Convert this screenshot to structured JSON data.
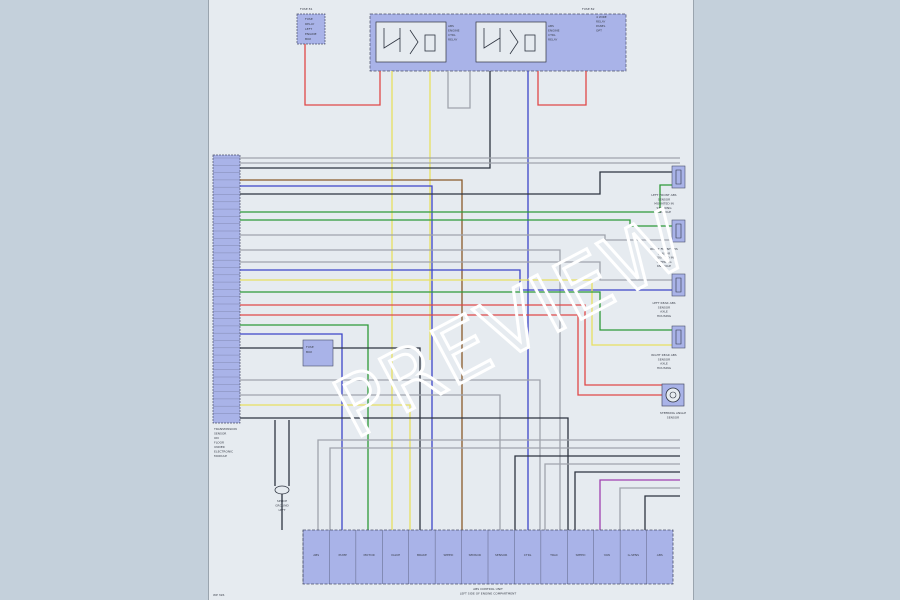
{
  "watermark": "PREVIEW",
  "sheet_number": "WP 326",
  "colors": {
    "background": "#c4d0db",
    "sheet": "#e6ebf0",
    "module_fill": "#a9b3e8",
    "module_border": "#4a4f6a",
    "wire_red": "#e04848",
    "wire_yellow": "#e8e060",
    "wire_blue": "#3c45c8",
    "wire_green": "#2e9a38",
    "wire_brown": "#8a5a2a",
    "wire_grey": "#a0a4ac",
    "wire_purple": "#a040b0",
    "wire_dark": "#2e3440"
  },
  "fuse_box": {
    "header": "FUSE 81",
    "lines": [
      "FUSE",
      "RELAY",
      "LEFT",
      "ENGINE",
      "BOX"
    ]
  },
  "relay_panel": {
    "header": "FUSE 82",
    "relay1_lines": [
      "ABS",
      "ENGINE",
      "CTRL",
      "RELAY"
    ],
    "relay2_lines": [
      "ABS",
      "ENGINE",
      "CTRL",
      "RELAY"
    ],
    "right_lines": [
      "4 WIRE",
      "RELAY",
      "PANEL",
      "OPT"
    ]
  },
  "center_note": [
    "FUSE",
    "BOX"
  ],
  "left_connector_caption": [
    "TRANSMISSION",
    "SENSOR",
    "ON",
    "FLOOR",
    "UNDER",
    "ELECTRONIC",
    "MODULE"
  ],
  "splice_caption": [
    "SPLICE",
    "GROUND",
    "LEFT"
  ],
  "sensors": [
    {
      "caption": [
        "LEFT FRONT ABS",
        "SENSOR",
        "MOUNTED IN",
        "STEERING",
        "KNUCKLE"
      ]
    },
    {
      "caption": [
        "RIGHT FRONT ABS",
        "SENSOR",
        "MOUNTED IN",
        "STEERING",
        "KNUCKLE"
      ]
    },
    {
      "caption": [
        "LEFT REAR ABS",
        "SENSOR",
        "AXLE",
        "HOUSING"
      ]
    },
    {
      "caption": [
        "RIGHT REAR ABS",
        "SENSOR",
        "AXLE",
        "HOUSING"
      ]
    }
  ],
  "round_sensor_caption": [
    "STEERING ANGLE",
    "SENSOR"
  ],
  "bottom_module_caption": [
    "ABS CONTROL UNIT",
    "LEFT SIDE OF ENGINE COMPARTMENT"
  ],
  "bottom_module_cells": [
    "ABS",
    "PUMP",
    "MOTOR",
    "VALVE",
    "BRAKE",
    "SPEED",
    "SENSOR",
    "SENSOR",
    "CTRL",
    "TRAC",
    "SPEED",
    "YAW",
    "G-SENS",
    "ABS"
  ],
  "left_connector_pins": 36
}
